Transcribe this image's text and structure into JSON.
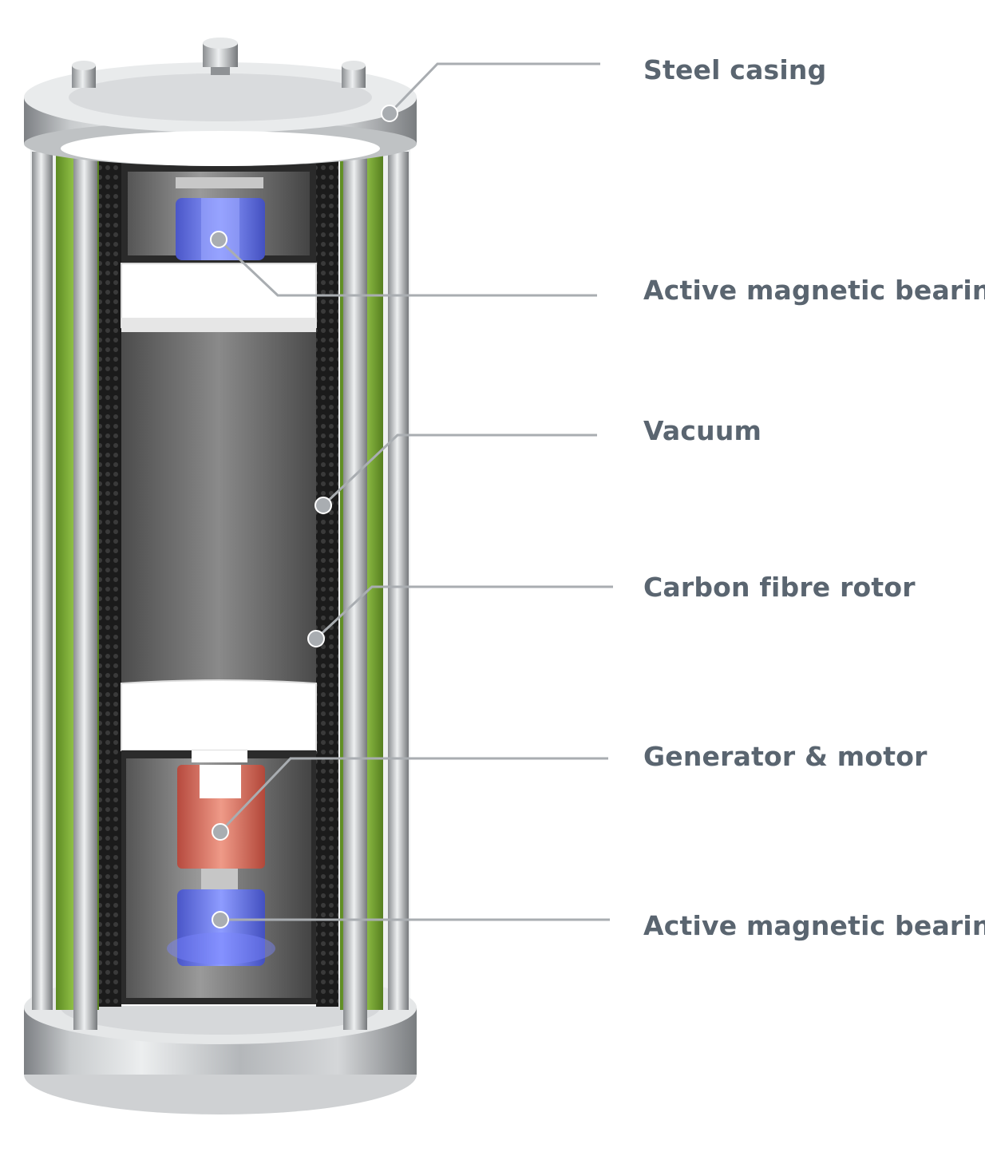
{
  "labels": [
    "Steel casing",
    "Active magnetic bearing",
    "Vacuum",
    "Carbon fibre rotor",
    "Generator & motor",
    "Active magnetic bearing"
  ],
  "colors": {
    "label_text": "#5a6570",
    "leader_line": "#a9adb1",
    "steel": "#b9bcbf",
    "insulation_green": "#7fb23a",
    "rotor_grey": "#6a6a6a",
    "bearing_blue": "#5a6ee0",
    "generator_red": "#d0685a"
  }
}
